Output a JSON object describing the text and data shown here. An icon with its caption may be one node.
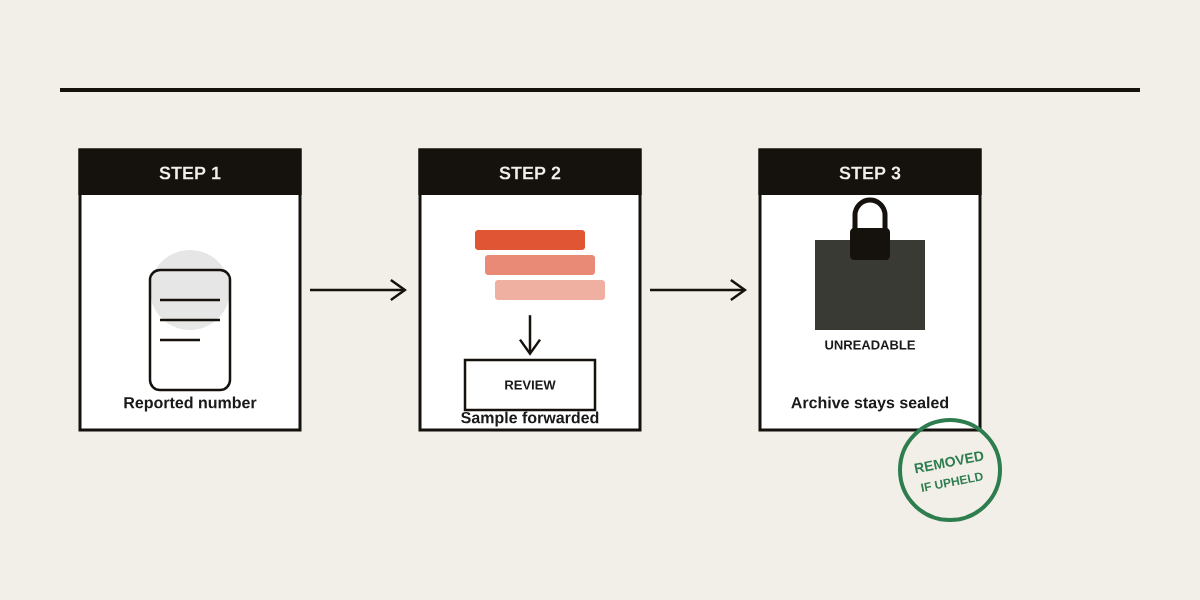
{
  "diagram": {
    "nodes": [
      {
        "text": [
          "STEP 1",
          "Reported number"
        ]
      },
      {
        "text": [
          "STEP 2",
          "Sample forwarded"
        ]
      },
      {
        "text": [],
        "shape": "picture",
        "in": 1
      },
      {
        "text": [
          "REVIEW"
        ],
        "in": 1
      },
      {
        "text": [
          "STEP 3",
          "Archive stays sealed"
        ]
      },
      {
        "text": [
          "REMOVED",
          "IF UPHELD"
        ]
      }
    ],
    "edges": [
      {
        "from": 0,
        "to": 1,
        "arrow": "to"
      },
      {
        "from": 1,
        "to": 4,
        "arrow": "to"
      },
      {
        "from": 2,
        "to": 3,
        "arrow": "to"
      }
    ],
    "labels": [
      "UNREADABLE"
    ]
  }
}
